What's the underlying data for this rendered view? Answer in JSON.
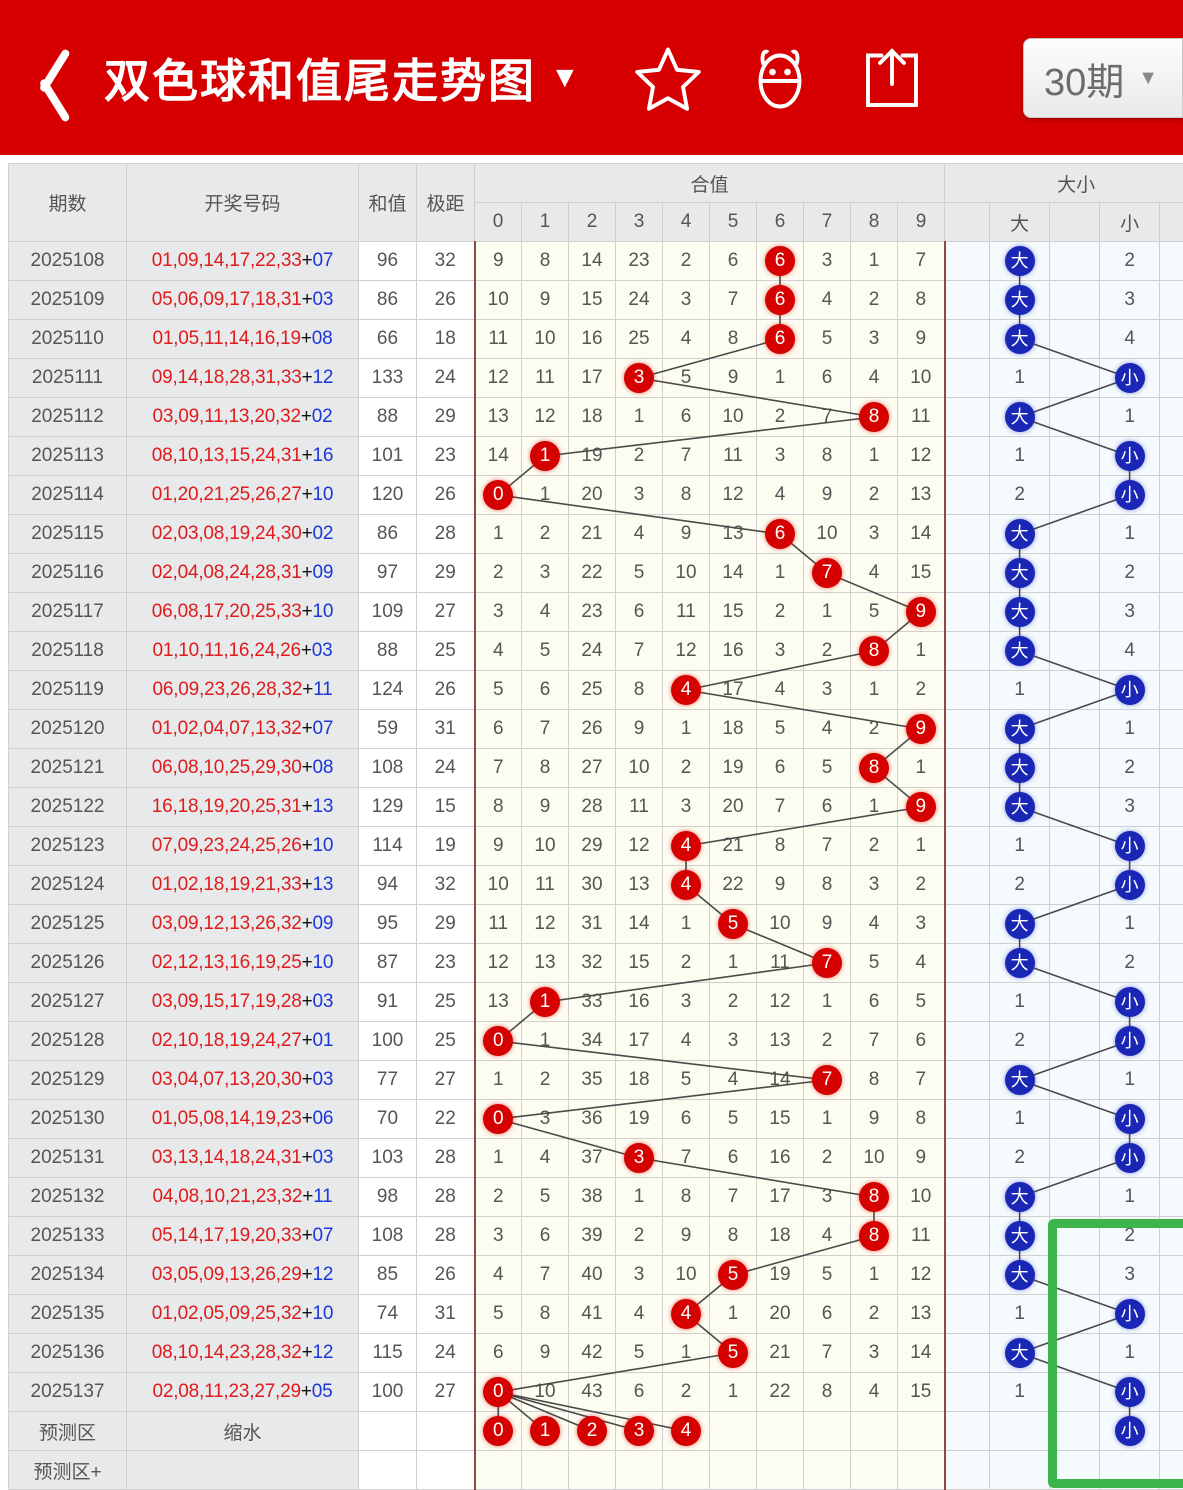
{
  "header": {
    "back_icon": "back-chevron-icon",
    "title": "双色球和值尾走势图",
    "title_caret": "▼",
    "star_icon": "star-icon",
    "robot_icon": "robot-icon",
    "share_icon": "share-icon",
    "period_value": "30期",
    "period_caret": "▼",
    "bg_color": "#d60000"
  },
  "table": {
    "headers": {
      "issue": "期数",
      "numbers": "开奖号码",
      "sum": "和值",
      "span": "极距",
      "hezhi_group": "合值",
      "daxiao_group": "大小",
      "hezhi_cols": [
        "0",
        "1",
        "2",
        "3",
        "4",
        "5",
        "6",
        "7",
        "8",
        "9"
      ],
      "da": "大",
      "xiao": "小"
    },
    "rows": [
      {
        "issue": "2025108",
        "reds": "01,09,14,17,22,33",
        "blue": "07",
        "sum": "96",
        "span": "32",
        "hezhi": [
          "9",
          "8",
          "14",
          "23",
          "2",
          "6",
          "6",
          "3",
          "1",
          "7"
        ],
        "hit": 6,
        "da": "大",
        "xiao": "2",
        "dxhit": "da"
      },
      {
        "issue": "2025109",
        "reds": "05,06,09,17,18,31",
        "blue": "03",
        "sum": "86",
        "span": "26",
        "hezhi": [
          "10",
          "9",
          "15",
          "24",
          "3",
          "7",
          "6",
          "4",
          "2",
          "8"
        ],
        "hit": 6,
        "da": "大",
        "xiao": "3",
        "dxhit": "da"
      },
      {
        "issue": "2025110",
        "reds": "01,05,11,14,16,19",
        "blue": "08",
        "sum": "66",
        "span": "18",
        "hezhi": [
          "11",
          "10",
          "16",
          "25",
          "4",
          "8",
          "6",
          "5",
          "3",
          "9"
        ],
        "hit": 6,
        "da": "大",
        "xiao": "4",
        "dxhit": "da"
      },
      {
        "issue": "2025111",
        "reds": "09,14,18,28,31,33",
        "blue": "12",
        "sum": "133",
        "span": "24",
        "hezhi": [
          "12",
          "11",
          "17",
          "3",
          "5",
          "9",
          "1",
          "6",
          "4",
          "10"
        ],
        "hit": 3,
        "da": "1",
        "xiao": "小",
        "dxhit": "xiao"
      },
      {
        "issue": "2025112",
        "reds": "03,09,11,13,20,32",
        "blue": "02",
        "sum": "88",
        "span": "29",
        "hezhi": [
          "13",
          "12",
          "18",
          "1",
          "6",
          "10",
          "2",
          "7",
          "8",
          "11"
        ],
        "hit": 8,
        "da": "大",
        "xiao": "1",
        "dxhit": "da"
      },
      {
        "issue": "2025113",
        "reds": "08,10,13,15,24,31",
        "blue": "16",
        "sum": "101",
        "span": "23",
        "hezhi": [
          "14",
          "1",
          "19",
          "2",
          "7",
          "11",
          "3",
          "8",
          "1",
          "12"
        ],
        "hit": 1,
        "da": "1",
        "xiao": "小",
        "dxhit": "xiao"
      },
      {
        "issue": "2025114",
        "reds": "01,20,21,25,26,27",
        "blue": "10",
        "sum": "120",
        "span": "26",
        "hezhi": [
          "0",
          "1",
          "20",
          "3",
          "8",
          "12",
          "4",
          "9",
          "2",
          "13"
        ],
        "hit": 0,
        "da": "2",
        "xiao": "小",
        "dxhit": "xiao"
      },
      {
        "issue": "2025115",
        "reds": "02,03,08,19,24,30",
        "blue": "02",
        "sum": "86",
        "span": "28",
        "hezhi": [
          "1",
          "2",
          "21",
          "4",
          "9",
          "13",
          "6",
          "10",
          "3",
          "14"
        ],
        "hit": 6,
        "da": "大",
        "xiao": "1",
        "dxhit": "da"
      },
      {
        "issue": "2025116",
        "reds": "02,04,08,24,28,31",
        "blue": "09",
        "sum": "97",
        "span": "29",
        "hezhi": [
          "2",
          "3",
          "22",
          "5",
          "10",
          "14",
          "1",
          "7",
          "4",
          "15"
        ],
        "hit": 7,
        "da": "大",
        "xiao": "2",
        "dxhit": "da"
      },
      {
        "issue": "2025117",
        "reds": "06,08,17,20,25,33",
        "blue": "10",
        "sum": "109",
        "span": "27",
        "hezhi": [
          "3",
          "4",
          "23",
          "6",
          "11",
          "15",
          "2",
          "1",
          "5",
          "9"
        ],
        "hit": 9,
        "da": "大",
        "xiao": "3",
        "dxhit": "da"
      },
      {
        "issue": "2025118",
        "reds": "01,10,11,16,24,26",
        "blue": "03",
        "sum": "88",
        "span": "25",
        "hezhi": [
          "4",
          "5",
          "24",
          "7",
          "12",
          "16",
          "3",
          "2",
          "8",
          "1"
        ],
        "hit": 8,
        "da": "大",
        "xiao": "4",
        "dxhit": "da"
      },
      {
        "issue": "2025119",
        "reds": "06,09,23,26,28,32",
        "blue": "11",
        "sum": "124",
        "span": "26",
        "hezhi": [
          "5",
          "6",
          "25",
          "8",
          "4",
          "17",
          "4",
          "3",
          "1",
          "2"
        ],
        "hit": 4,
        "da": "1",
        "xiao": "小",
        "dxhit": "xiao"
      },
      {
        "issue": "2025120",
        "reds": "01,02,04,07,13,32",
        "blue": "07",
        "sum": "59",
        "span": "31",
        "hezhi": [
          "6",
          "7",
          "26",
          "9",
          "1",
          "18",
          "5",
          "4",
          "2",
          "9"
        ],
        "hit": 9,
        "da": "大",
        "xiao": "1",
        "dxhit": "da"
      },
      {
        "issue": "2025121",
        "reds": "06,08,10,25,29,30",
        "blue": "08",
        "sum": "108",
        "span": "24",
        "hezhi": [
          "7",
          "8",
          "27",
          "10",
          "2",
          "19",
          "6",
          "5",
          "8",
          "1"
        ],
        "hit": 8,
        "da": "大",
        "xiao": "2",
        "dxhit": "da"
      },
      {
        "issue": "2025122",
        "reds": "16,18,19,20,25,31",
        "blue": "13",
        "sum": "129",
        "span": "15",
        "hezhi": [
          "8",
          "9",
          "28",
          "11",
          "3",
          "20",
          "7",
          "6",
          "1",
          "9"
        ],
        "hit": 9,
        "da": "大",
        "xiao": "3",
        "dxhit": "da"
      },
      {
        "issue": "2025123",
        "reds": "07,09,23,24,25,26",
        "blue": "10",
        "sum": "114",
        "span": "19",
        "hezhi": [
          "9",
          "10",
          "29",
          "12",
          "4",
          "21",
          "8",
          "7",
          "2",
          "1"
        ],
        "hit": 4,
        "da": "1",
        "xiao": "小",
        "dxhit": "xiao"
      },
      {
        "issue": "2025124",
        "reds": "01,02,18,19,21,33",
        "blue": "13",
        "sum": "94",
        "span": "32",
        "hezhi": [
          "10",
          "11",
          "30",
          "13",
          "4",
          "22",
          "9",
          "8",
          "3",
          "2"
        ],
        "hit": 4,
        "da": "2",
        "xiao": "小",
        "dxhit": "xiao"
      },
      {
        "issue": "2025125",
        "reds": "03,09,12,13,26,32",
        "blue": "09",
        "sum": "95",
        "span": "29",
        "hezhi": [
          "11",
          "12",
          "31",
          "14",
          "1",
          "5",
          "10",
          "9",
          "4",
          "3"
        ],
        "hit": 5,
        "da": "大",
        "xiao": "1",
        "dxhit": "da"
      },
      {
        "issue": "2025126",
        "reds": "02,12,13,16,19,25",
        "blue": "10",
        "sum": "87",
        "span": "23",
        "hezhi": [
          "12",
          "13",
          "32",
          "15",
          "2",
          "1",
          "11",
          "7",
          "5",
          "4"
        ],
        "hit": 7,
        "da": "大",
        "xiao": "2",
        "dxhit": "da"
      },
      {
        "issue": "2025127",
        "reds": "03,09,15,17,19,28",
        "blue": "03",
        "sum": "91",
        "span": "25",
        "hezhi": [
          "13",
          "1",
          "33",
          "16",
          "3",
          "2",
          "12",
          "1",
          "6",
          "5"
        ],
        "hit": 1,
        "da": "1",
        "xiao": "小",
        "dxhit": "xiao"
      },
      {
        "issue": "2025128",
        "reds": "02,10,18,19,24,27",
        "blue": "01",
        "sum": "100",
        "span": "25",
        "hezhi": [
          "0",
          "1",
          "34",
          "17",
          "4",
          "3",
          "13",
          "2",
          "7",
          "6"
        ],
        "hit": 0,
        "da": "2",
        "xiao": "小",
        "dxhit": "xiao"
      },
      {
        "issue": "2025129",
        "reds": "03,04,07,13,20,30",
        "blue": "03",
        "sum": "77",
        "span": "27",
        "hezhi": [
          "1",
          "2",
          "35",
          "18",
          "5",
          "4",
          "14",
          "7",
          "8",
          "7"
        ],
        "hit": 7,
        "da": "大",
        "xiao": "1",
        "dxhit": "da"
      },
      {
        "issue": "2025130",
        "reds": "01,05,08,14,19,23",
        "blue": "06",
        "sum": "70",
        "span": "22",
        "hezhi": [
          "0",
          "3",
          "36",
          "19",
          "6",
          "5",
          "15",
          "1",
          "9",
          "8"
        ],
        "hit": 0,
        "da": "1",
        "xiao": "小",
        "dxhit": "xiao"
      },
      {
        "issue": "2025131",
        "reds": "03,13,14,18,24,31",
        "blue": "03",
        "sum": "103",
        "span": "28",
        "hezhi": [
          "1",
          "4",
          "37",
          "3",
          "7",
          "6",
          "16",
          "2",
          "10",
          "9"
        ],
        "hit": 3,
        "da": "2",
        "xiao": "小",
        "dxhit": "xiao"
      },
      {
        "issue": "2025132",
        "reds": "04,08,10,21,23,32",
        "blue": "11",
        "sum": "98",
        "span": "28",
        "hezhi": [
          "2",
          "5",
          "38",
          "1",
          "8",
          "7",
          "17",
          "3",
          "8",
          "10"
        ],
        "hit": 8,
        "da": "大",
        "xiao": "1",
        "dxhit": "da"
      },
      {
        "issue": "2025133",
        "reds": "05,14,17,19,20,33",
        "blue": "07",
        "sum": "108",
        "span": "28",
        "hezhi": [
          "3",
          "6",
          "39",
          "2",
          "9",
          "8",
          "18",
          "4",
          "8",
          "11"
        ],
        "hit": 8,
        "da": "大",
        "xiao": "2",
        "dxhit": "da"
      },
      {
        "issue": "2025134",
        "reds": "03,05,09,13,26,29",
        "blue": "12",
        "sum": "85",
        "span": "26",
        "hezhi": [
          "4",
          "7",
          "40",
          "3",
          "10",
          "5",
          "19",
          "5",
          "1",
          "12"
        ],
        "hit": 5,
        "da": "大",
        "xiao": "3",
        "dxhit": "da"
      },
      {
        "issue": "2025135",
        "reds": "01,02,05,09,25,32",
        "blue": "10",
        "sum": "74",
        "span": "31",
        "hezhi": [
          "5",
          "8",
          "41",
          "4",
          "4",
          "1",
          "20",
          "6",
          "2",
          "13"
        ],
        "hit": 4,
        "da": "1",
        "xiao": "小",
        "dxhit": "xiao"
      },
      {
        "issue": "2025136",
        "reds": "08,10,14,23,28,32",
        "blue": "12",
        "sum": "115",
        "span": "24",
        "hezhi": [
          "6",
          "9",
          "42",
          "5",
          "1",
          "5",
          "21",
          "7",
          "3",
          "14"
        ],
        "hit": 5,
        "da": "大",
        "xiao": "1",
        "dxhit": "da"
      },
      {
        "issue": "2025137",
        "reds": "02,08,11,23,27,29",
        "blue": "05",
        "sum": "100",
        "span": "27",
        "hezhi": [
          "0",
          "10",
          "43",
          "6",
          "2",
          "1",
          "22",
          "8",
          "4",
          "15"
        ],
        "hit": 0,
        "da": "1",
        "xiao": "小",
        "dxhit": "xiao"
      }
    ],
    "prediction_rows": [
      {
        "label": "预测区",
        "mid": "缩水",
        "sum": "",
        "span": "",
        "balls": [
          "0",
          "1",
          "2",
          "3",
          "4"
        ],
        "xiao": "小",
        "dxhit": "xiao"
      },
      {
        "label": "预测区+",
        "mid": "",
        "sum": "",
        "span": "",
        "balls": [],
        "xiao": "",
        "dxhit": ""
      }
    ]
  },
  "annotation": {
    "highlight_color": "#3cb54a",
    "name": "green-highlight-rectangle"
  }
}
